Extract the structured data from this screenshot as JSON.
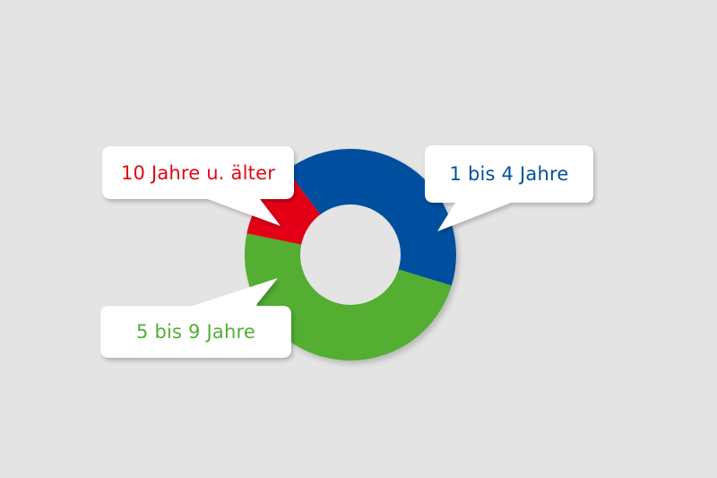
{
  "colors": {
    "background": "#e4e4e4",
    "blue": "#00509f",
    "green": "#52ae32",
    "red": "#e30613",
    "hole": "#e4e4e4",
    "callout": "#ffffff"
  },
  "chart_data": {
    "type": "pie",
    "subtype": "donut",
    "title": "",
    "categories": [
      "1 bis 4 Jahre",
      "5 bis 9 Jahre",
      "10 Jahre u. älter"
    ],
    "values": [
      40,
      48.5,
      11.5
    ],
    "unit": "% (estimated from slice angles; no values printed)",
    "colors": [
      "#00509f",
      "#52ae32",
      "#e30613"
    ],
    "start_angle_deg_clockwise_from_top": 323,
    "legend": "callout labels (speech bubbles) pointing to slices"
  },
  "labels": {
    "red": "10 Jahre u. älter",
    "blue": "1 bis 4 Jahre",
    "green": "5 bis 9 Jahre"
  }
}
